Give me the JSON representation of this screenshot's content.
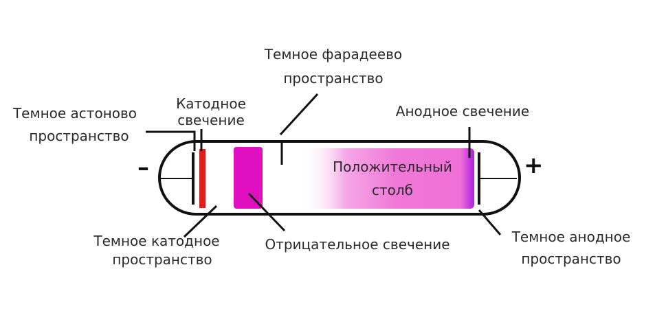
{
  "labels": {
    "faraday_dark_space": [
      "Темное фарадеево",
      "пространство"
    ],
    "aston_dark_space": [
      "Темное астоново",
      "пространство"
    ],
    "cathode_glow": [
      "Катодное",
      "свечение"
    ],
    "anode_glow": "Анодное свечение",
    "positive_column": [
      "Положительный",
      "столб"
    ],
    "cathode_dark_space": [
      "Темное катодное",
      "пространство"
    ],
    "negative_glow": "Отрицательное свечение",
    "anode_dark_space": [
      "Темное анодное",
      "пространство"
    ]
  },
  "electrodes": {
    "cathode_sign": "–",
    "anode_sign": "+"
  },
  "colors": {
    "cathode_glow": "#e01e1e",
    "negative_glow": "#e010c0",
    "positive_column": "#f078d8",
    "anode_glow": "#b020e0",
    "tube_outline": "#111111"
  }
}
